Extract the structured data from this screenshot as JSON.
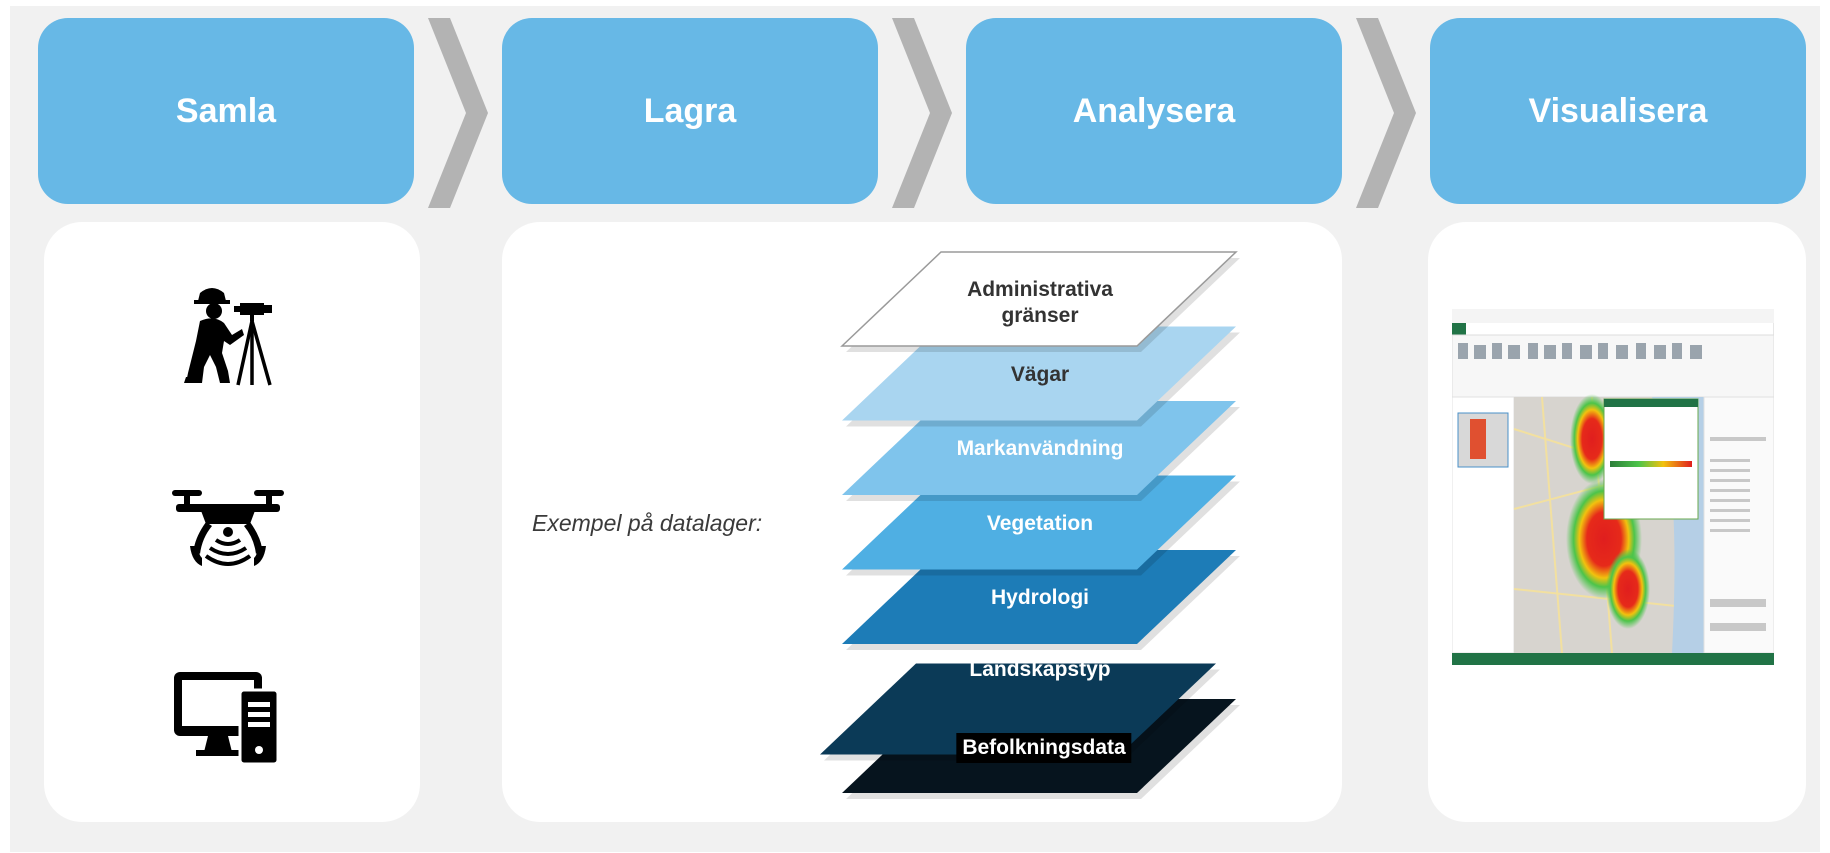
{
  "steps": [
    {
      "label": "Samla"
    },
    {
      "label": "Lagra"
    },
    {
      "label": "Analysera"
    },
    {
      "label": "Visualisera"
    }
  ],
  "collect_icons": [
    "surveyor-icon",
    "drone-icon",
    "computer-icon"
  ],
  "store": {
    "caption": "Exempel på datalager:",
    "layers": [
      {
        "label": "Administrativa gränser",
        "color": "#ffffff",
        "text_color": "#333333"
      },
      {
        "label": "Vägar",
        "color": "#a9d5f0",
        "text_color": "#333333"
      },
      {
        "label": "Markanvändning",
        "color": "#7fc4ec",
        "text_color": "#ffffff"
      },
      {
        "label": "Vegetation",
        "color": "#4fafe3",
        "text_color": "#ffffff"
      },
      {
        "label": "Hydrologi",
        "color": "#1d7cb7",
        "text_color": "#ffffff"
      },
      {
        "label": "Landskapstyp",
        "color": "#0b3a57",
        "text_color": "#ffffff"
      },
      {
        "label": "Befolkningsdata",
        "color": "#06141e",
        "text_color": "#ffffff"
      }
    ]
  },
  "colors": {
    "header": "#67b8e6",
    "arrow": "#b3b3b3",
    "background": "#f1f1f1"
  }
}
